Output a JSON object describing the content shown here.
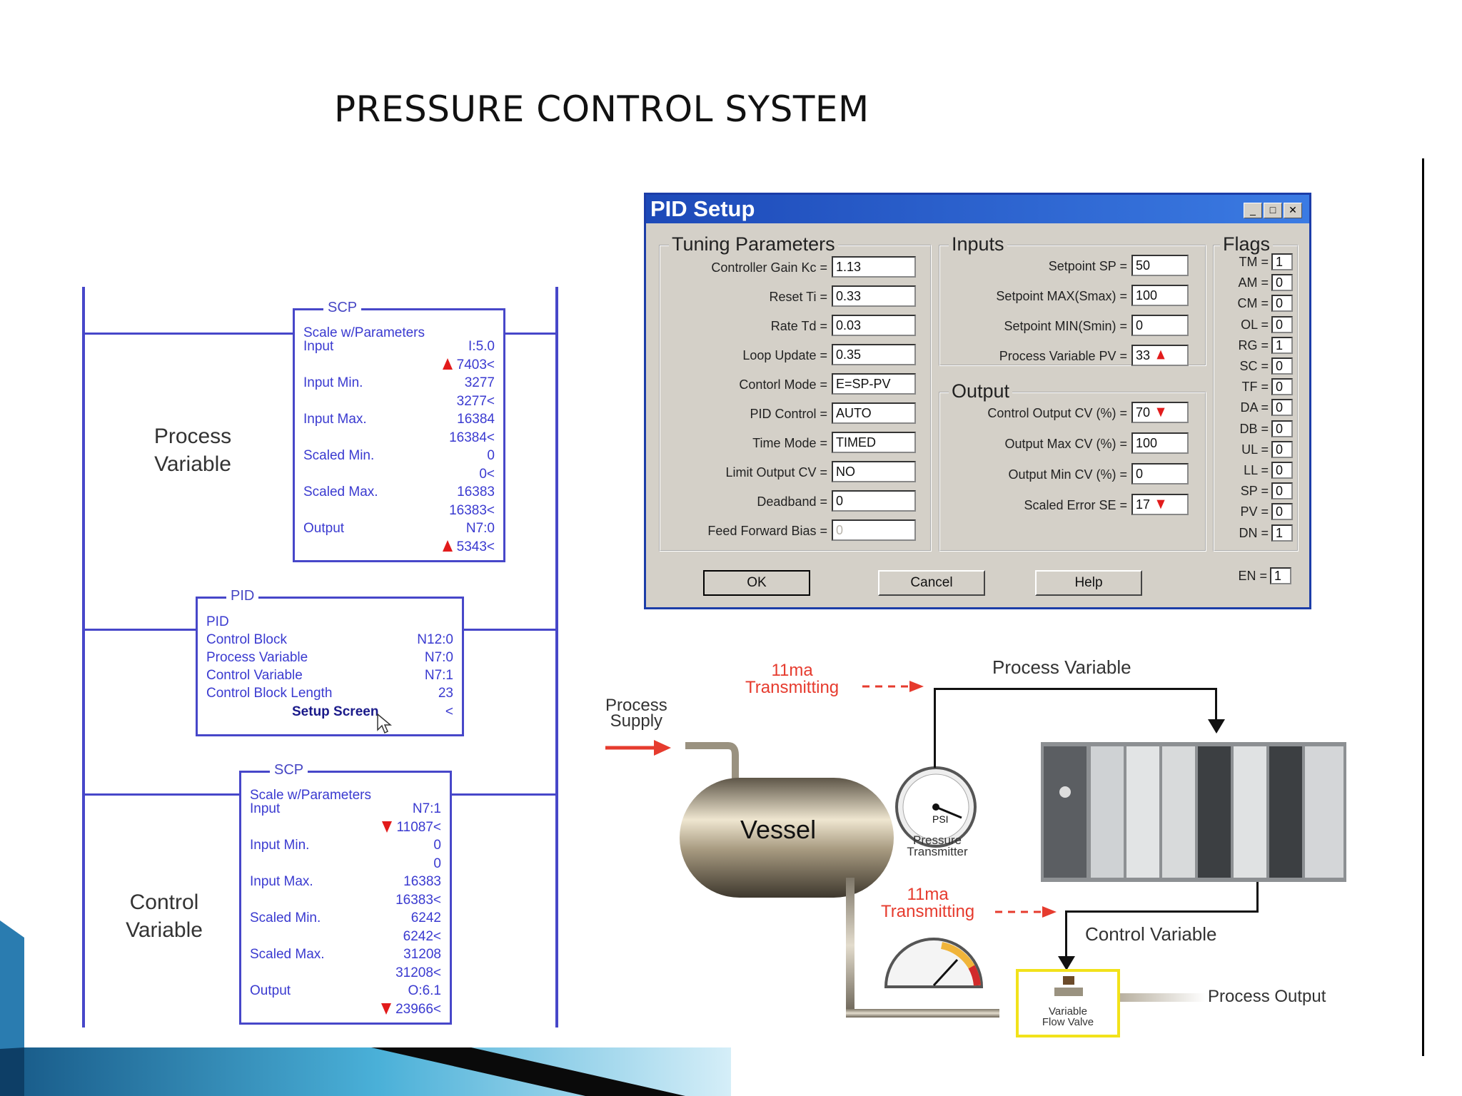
{
  "title": "PRESSURE CONTROL SYSTEM",
  "ladder": {
    "process_variable_label": [
      "Process",
      "Variable"
    ],
    "control_variable_label": [
      "Control",
      "Variable"
    ],
    "scp1": {
      "title": "SCP",
      "header": [
        "Scale w/Parameters",
        "Input"
      ],
      "rows": [
        {
          "label": "",
          "value": "I:5.0"
        },
        {
          "label": "",
          "value": "7403<",
          "arrow": "up"
        },
        {
          "label": "Input Min.",
          "value": "3277"
        },
        {
          "label": "",
          "value": "3277<"
        },
        {
          "label": "Input Max.",
          "value": "16384"
        },
        {
          "label": "",
          "value": "16384<"
        },
        {
          "label": "Scaled Min.",
          "value": "0"
        },
        {
          "label": "",
          "value": "0<"
        },
        {
          "label": "Scaled Max.",
          "value": "16383"
        },
        {
          "label": "",
          "value": "16383<"
        },
        {
          "label": "Output",
          "value": "N7:0"
        },
        {
          "label": "",
          "value": "5343<",
          "arrow": "up"
        }
      ]
    },
    "pid": {
      "title": "PID",
      "rows": [
        {
          "label": "PID",
          "value": ""
        },
        {
          "label": "Control Block",
          "value": "N12:0"
        },
        {
          "label": "Process Variable",
          "value": "N7:0"
        },
        {
          "label": "Control Variable",
          "value": "N7:1"
        },
        {
          "label": "Control Block Length",
          "value": "23"
        }
      ],
      "setup_screen": "Setup Screen",
      "setup_suffix": "<"
    },
    "scp2": {
      "title": "SCP",
      "header": [
        "Scale w/Parameters",
        "Input"
      ],
      "rows": [
        {
          "label": "",
          "value": "N7:1"
        },
        {
          "label": "",
          "value": "11087<",
          "arrow": "down"
        },
        {
          "label": "Input Min.",
          "value": "0"
        },
        {
          "label": "",
          "value": "0"
        },
        {
          "label": "Input Max.",
          "value": "16383"
        },
        {
          "label": "",
          "value": "16383<"
        },
        {
          "label": "Scaled Min.",
          "value": "6242"
        },
        {
          "label": "",
          "value": "6242<"
        },
        {
          "label": "Scaled Max.",
          "value": "31208"
        },
        {
          "label": "",
          "value": "31208<"
        },
        {
          "label": "Output",
          "value": "O:6.1"
        },
        {
          "label": "",
          "value": "23966<",
          "arrow": "down"
        }
      ]
    }
  },
  "pid_setup": {
    "title": "PID Setup",
    "tuning": {
      "title": "Tuning Parameters",
      "fields": [
        {
          "label": "Controller Gain Kc =",
          "value": "1.13"
        },
        {
          "label": "Reset Ti =",
          "value": "0.33"
        },
        {
          "label": "Rate Td =",
          "value": "0.03"
        },
        {
          "label": "Loop Update =",
          "value": "0.35"
        },
        {
          "label": "Contorl Mode =",
          "value": "E=SP-PV"
        },
        {
          "label": "PID Control =",
          "value": "AUTO"
        },
        {
          "label": "Time Mode =",
          "value": "TIMED"
        },
        {
          "label": "Limit Output CV =",
          "value": "NO"
        },
        {
          "label": "Deadband =",
          "value": "0"
        },
        {
          "label": "Feed Forward Bias =",
          "value": "0",
          "disabled": true
        }
      ]
    },
    "inputs": {
      "title": "Inputs",
      "fields": [
        {
          "label": "Setpoint SP =",
          "value": "50"
        },
        {
          "label": "Setpoint MAX(Smax) =",
          "value": "100"
        },
        {
          "label": "Setpoint MIN(Smin) =",
          "value": "0"
        },
        {
          "label": "Process Variable PV =",
          "value": "33",
          "arrow": "up"
        }
      ]
    },
    "output": {
      "title": "Output",
      "fields": [
        {
          "label": "Control Output CV (%) =",
          "value": "70",
          "arrow": "down"
        },
        {
          "label": "Output Max CV (%) =",
          "value": "100"
        },
        {
          "label": "Output Min CV (%) =",
          "value": "0"
        },
        {
          "label": "Scaled Error SE =",
          "value": "17",
          "arrow": "down"
        }
      ]
    },
    "flags": {
      "title": "Flags",
      "items": [
        {
          "label": "TM =",
          "value": "1"
        },
        {
          "label": "AM =",
          "value": "0"
        },
        {
          "label": "CM =",
          "value": "0"
        },
        {
          "label": "OL =",
          "value": "0"
        },
        {
          "label": "RG =",
          "value": "1"
        },
        {
          "label": "SC =",
          "value": "0"
        },
        {
          "label": "TF =",
          "value": "0"
        },
        {
          "label": "DA =",
          "value": "0"
        },
        {
          "label": "DB =",
          "value": "0"
        },
        {
          "label": "UL =",
          "value": "0"
        },
        {
          "label": "LL =",
          "value": "0"
        },
        {
          "label": "SP =",
          "value": "0"
        },
        {
          "label": "PV =",
          "value": "0"
        },
        {
          "label": "DN =",
          "value": "1"
        }
      ],
      "en": {
        "label": "EN =",
        "value": "1"
      }
    },
    "buttons": {
      "ok": "OK",
      "cancel": "Cancel",
      "help": "Help"
    }
  },
  "process": {
    "process_supply": [
      "Process",
      "Supply"
    ],
    "vessel": "Vessel",
    "psi": "PSI",
    "pressure_transmitter": [
      "Pressure",
      "Transmitter"
    ],
    "transmit_top": [
      "11ma",
      "Transmitting"
    ],
    "transmit_bottom": [
      "11ma",
      "Transmitting"
    ],
    "process_variable": "Process Variable",
    "control_variable": "Control Variable",
    "process_output": "Process Output",
    "valve": [
      "Variable",
      "Flow Valve"
    ]
  },
  "colors": {
    "ladder": "#4747c9",
    "accent_red": "#e63b2e",
    "valve_highlight": "#f2e21a",
    "titlebar": "#1d49b8"
  }
}
